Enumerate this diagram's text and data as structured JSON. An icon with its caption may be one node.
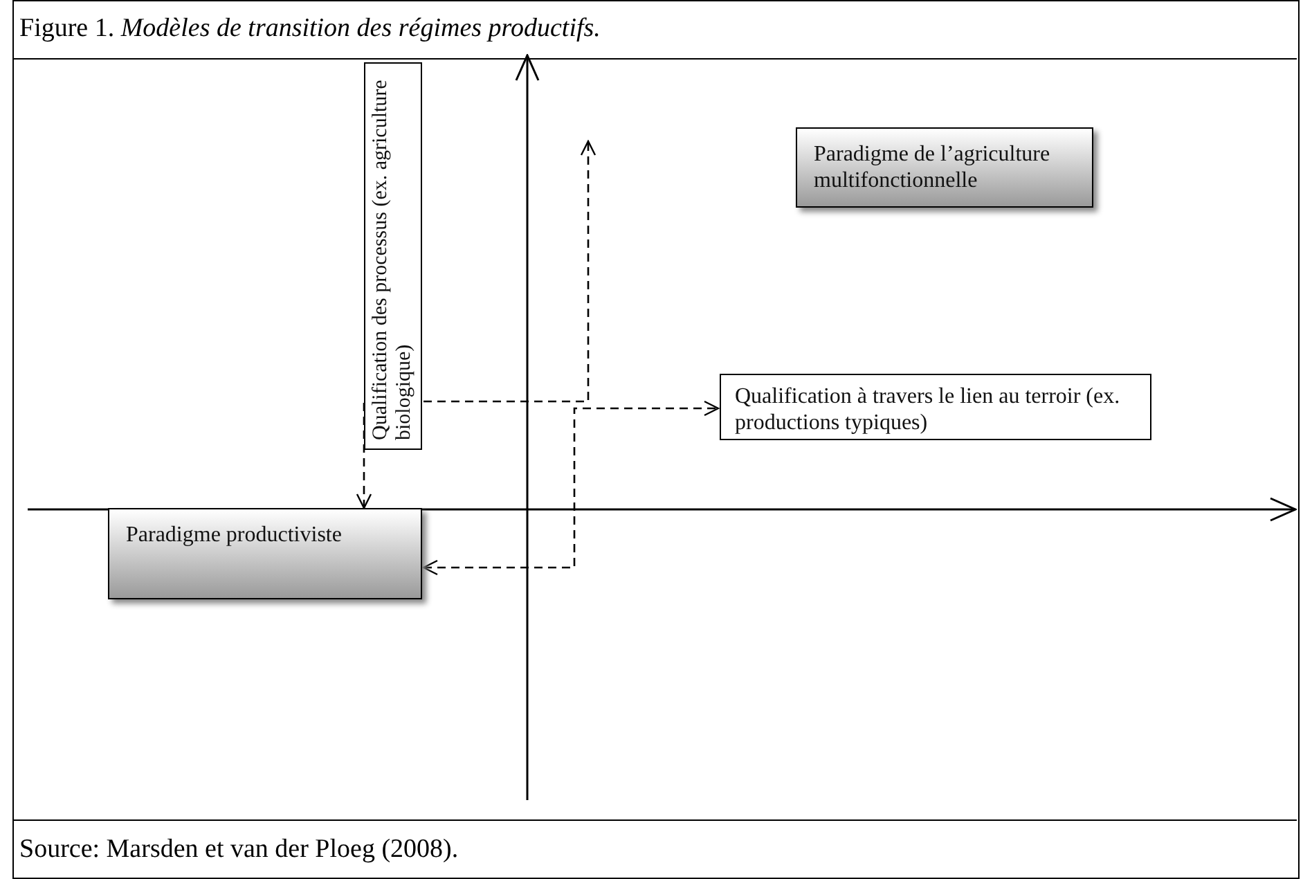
{
  "diagram": {
    "title": "Figure 1. *Modèles de transition des régimes productifs.*",
    "caption": "Source: Marsden et van der Ploeg (2008).",
    "nodes": [
      {
        "text": [
          "Qualification des processus (ex. agriculture biologique)"
        ]
      },
      {
        "text": [
          "Paradigme de l’agriculture multifonctionnelle"
        ]
      },
      {
        "text": [
          "Qualification à travers le lien au terroir (ex. productions typiques)"
        ]
      },
      {
        "text": [
          "Paradigme productiviste"
        ]
      }
    ],
    "edges": [
      {
        "from": 3,
        "to": null,
        "arrow": "both",
        "style": "dashed"
      },
      {
        "from": 3,
        "to": 2,
        "arrow": "both",
        "style": "dashed"
      }
    ]
  }
}
